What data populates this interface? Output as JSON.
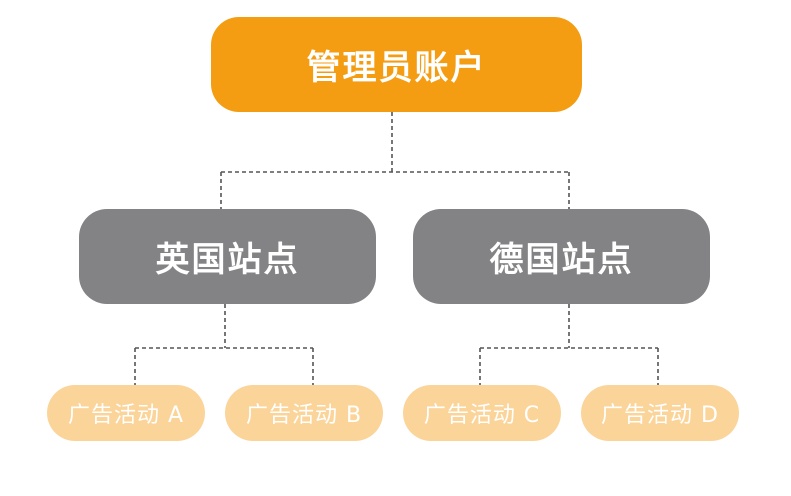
{
  "root": {
    "label": "管理员账户"
  },
  "sites": [
    {
      "label": "英国站点"
    },
    {
      "label": "德国站点"
    }
  ],
  "campaigns": [
    {
      "label": "广告活动 A"
    },
    {
      "label": "广告活动 B"
    },
    {
      "label": "广告活动 C"
    },
    {
      "label": "广告活动 D"
    }
  ],
  "colors": {
    "root": "#f49d12",
    "site": "#838386",
    "campaign": "#fbd49a",
    "text": "#ffffff",
    "connector": "#555555"
  }
}
